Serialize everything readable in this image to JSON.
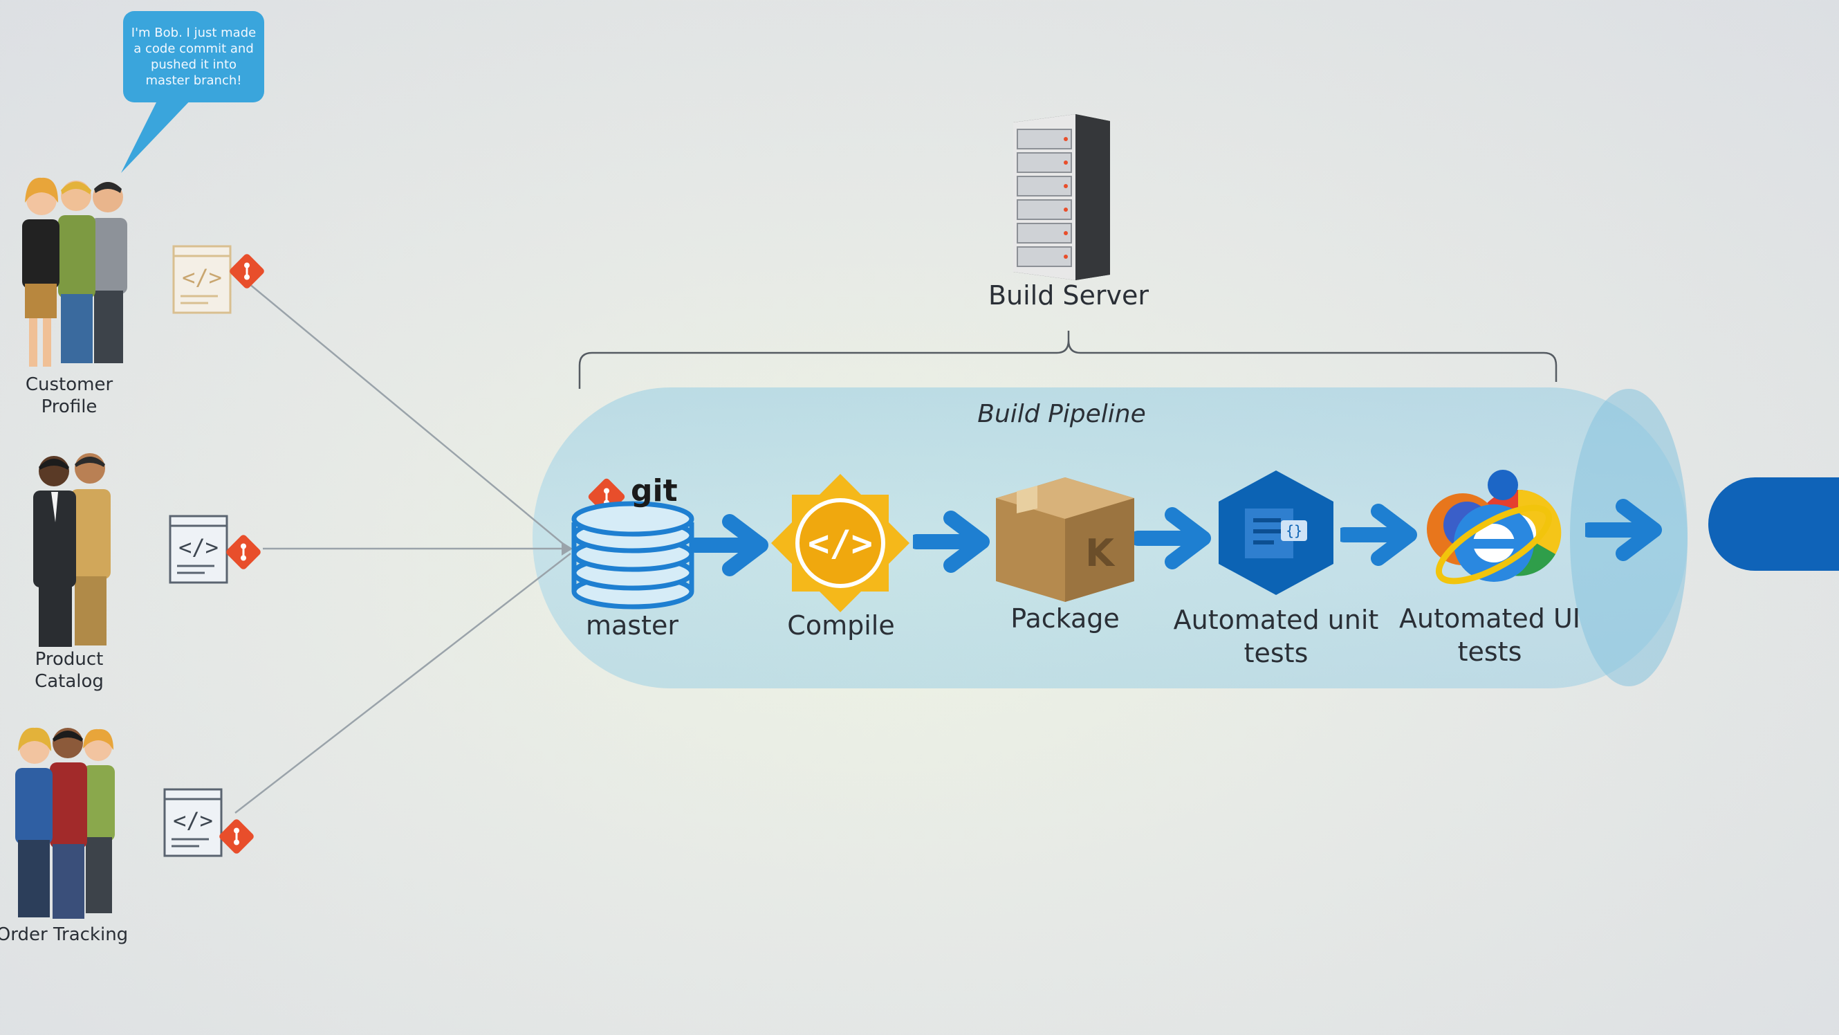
{
  "bubble_text": "I'm Bob. I just made a code commit and pushed it into master branch!",
  "teams": [
    {
      "label": "Customer Profile"
    },
    {
      "label": "Product Catalog"
    },
    {
      "label": "Order Tracking"
    }
  ],
  "build_server": {
    "label": "Build Server"
  },
  "pipeline": {
    "title": "Build Pipeline",
    "git_logo_text": "git",
    "stages": [
      {
        "label": "master"
      },
      {
        "label": "Compile"
      },
      {
        "label": "Package"
      },
      {
        "label": "Automated unit tests"
      },
      {
        "label": "Automated UI tests"
      }
    ]
  },
  "colors": {
    "arrow_blue": "#1e7fd1",
    "git_orange": "#e84e2b",
    "bubble_blue": "#3aa5dc",
    "compile_gold": "#f5b81a",
    "package_brown": "#b58a4e",
    "unit_test_blue": "#0c63b4"
  },
  "icons": [
    "speech-bubble-icon",
    "people-icon",
    "code-file-icon",
    "git-icon",
    "server-icon",
    "database-icon",
    "compile-icon",
    "package-icon",
    "unit-test-icon",
    "browsers-icon",
    "arrow-right-icon"
  ]
}
